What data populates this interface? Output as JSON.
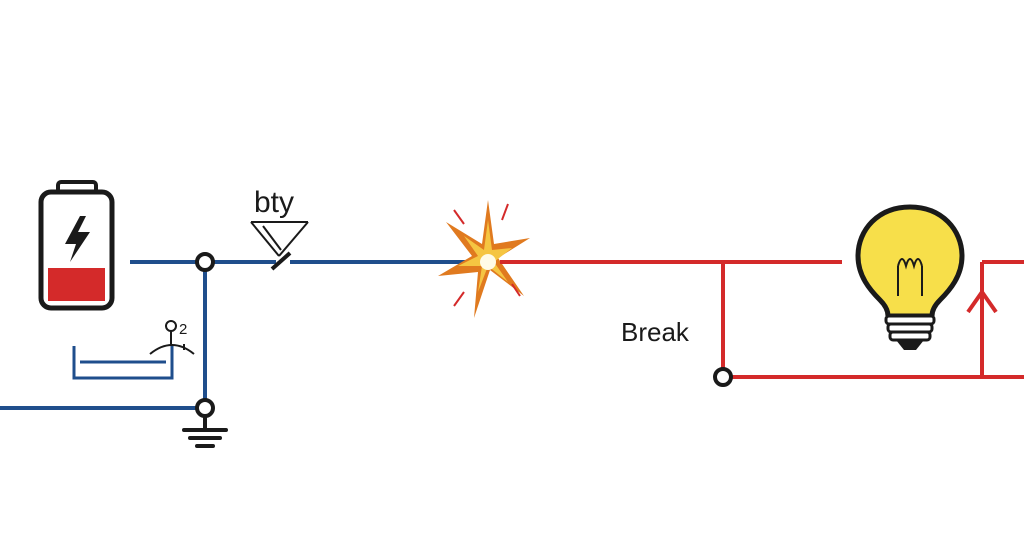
{
  "diagram": {
    "labels": {
      "switch": "bty",
      "break": "Break",
      "sensor": "2"
    },
    "colors": {
      "blue_wire": "#1f4e8c",
      "red_wire": "#d42a2a",
      "battery_fill": "#d42a2a",
      "bulb": "#f7df4a",
      "spark_outer": "#e07a1f",
      "spark_inner": "#f5c542",
      "outline": "#1a1a1a"
    },
    "icons": [
      "battery-icon",
      "bolt-icon",
      "switch-icon",
      "spark-icon",
      "light-bulb-icon",
      "ground-icon",
      "arrow-up-icon",
      "tank-icon",
      "sensor-icon"
    ]
  }
}
